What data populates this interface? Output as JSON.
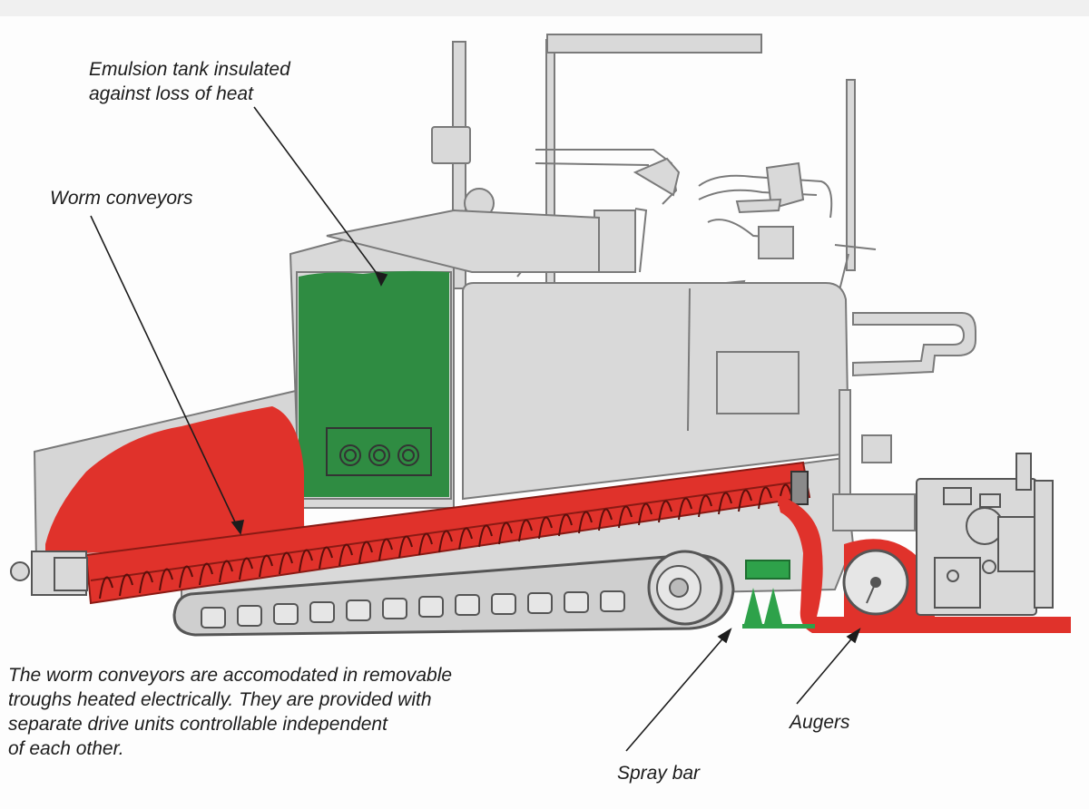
{
  "labels": {
    "emulsion_tank": "Emulsion tank insulated\nagainst loss of heat",
    "worm_conveyors": "Worm conveyors",
    "description": "The worm conveyors are accomodated in removable\ntroughs heated electrically. They are provided with\nseparate drive units controllable independent\nof each other.",
    "augers": "Augers",
    "spray_bar": "Spray bar"
  },
  "colors": {
    "machine_body": "#d9d9d9",
    "machine_outline": "#7a7a7a",
    "material_red": "#e0322b",
    "emulsion_green": "#2f8c42",
    "spray_green": "#2ea24a",
    "background": "#fdfdfd"
  }
}
